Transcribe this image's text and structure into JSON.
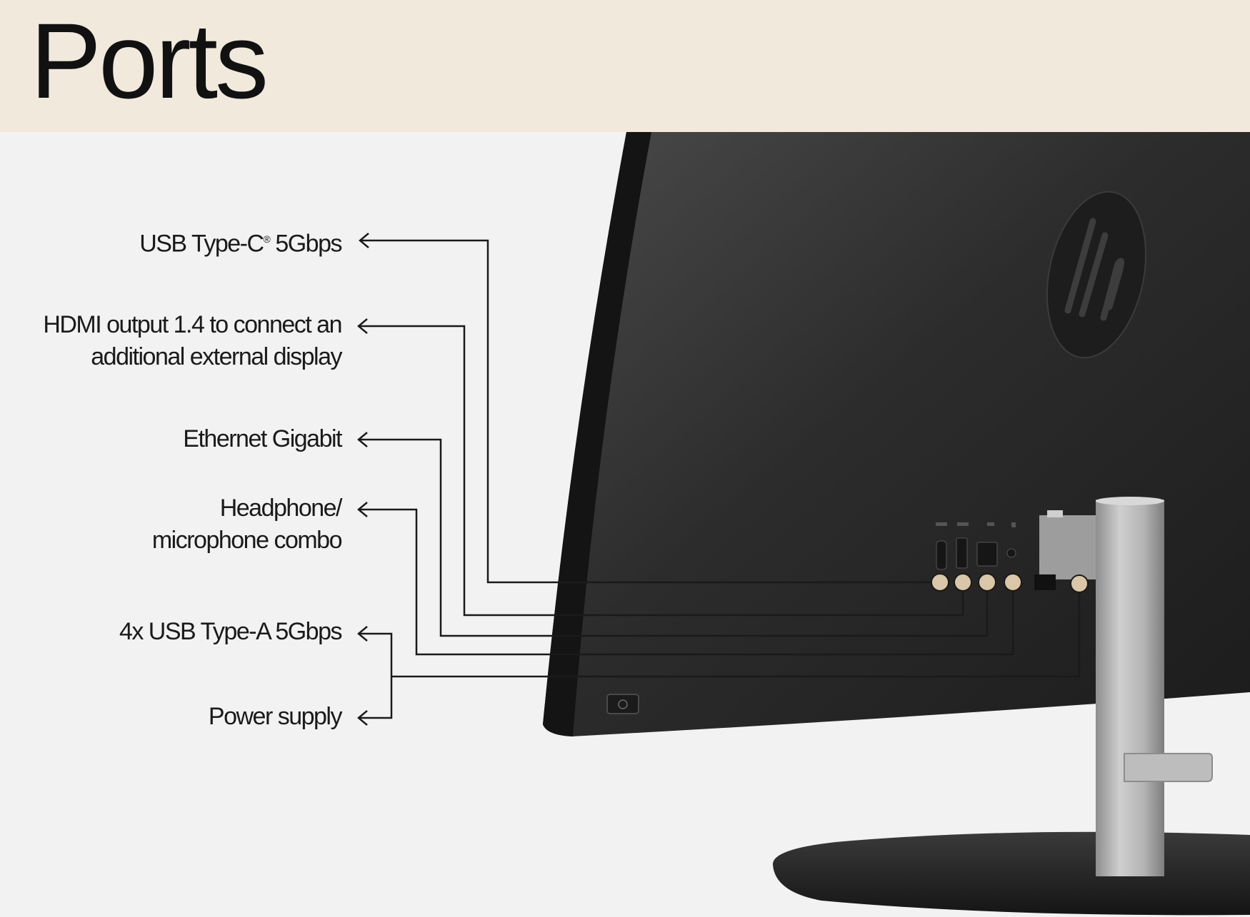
{
  "page_title": "Ports",
  "callouts": [
    {
      "lines": [
        "USB Type-C",
        "5Gbps"
      ],
      "trademark": "®"
    },
    {
      "lines": [
        "HDMI output 1.4 to connect an",
        "additional external display"
      ]
    },
    {
      "lines": [
        "Ethernet Gigabit"
      ]
    },
    {
      "lines": [
        "Headphone/",
        "microphone combo"
      ]
    },
    {
      "lines": [
        "4x USB Type-A 5Gbps"
      ]
    },
    {
      "lines": [
        "Power supply"
      ]
    }
  ],
  "colors": {
    "header_bg": "#f1e9dc",
    "page_bg": "#f2f2f2",
    "monitor_back": "#2a2a2a",
    "stand_silver": "#b9b9b9",
    "port_marker": "#d9c7a7",
    "leader_line": "#1a1a1a"
  },
  "icons": [
    "hp-logo-icon",
    "power-button-icon"
  ]
}
